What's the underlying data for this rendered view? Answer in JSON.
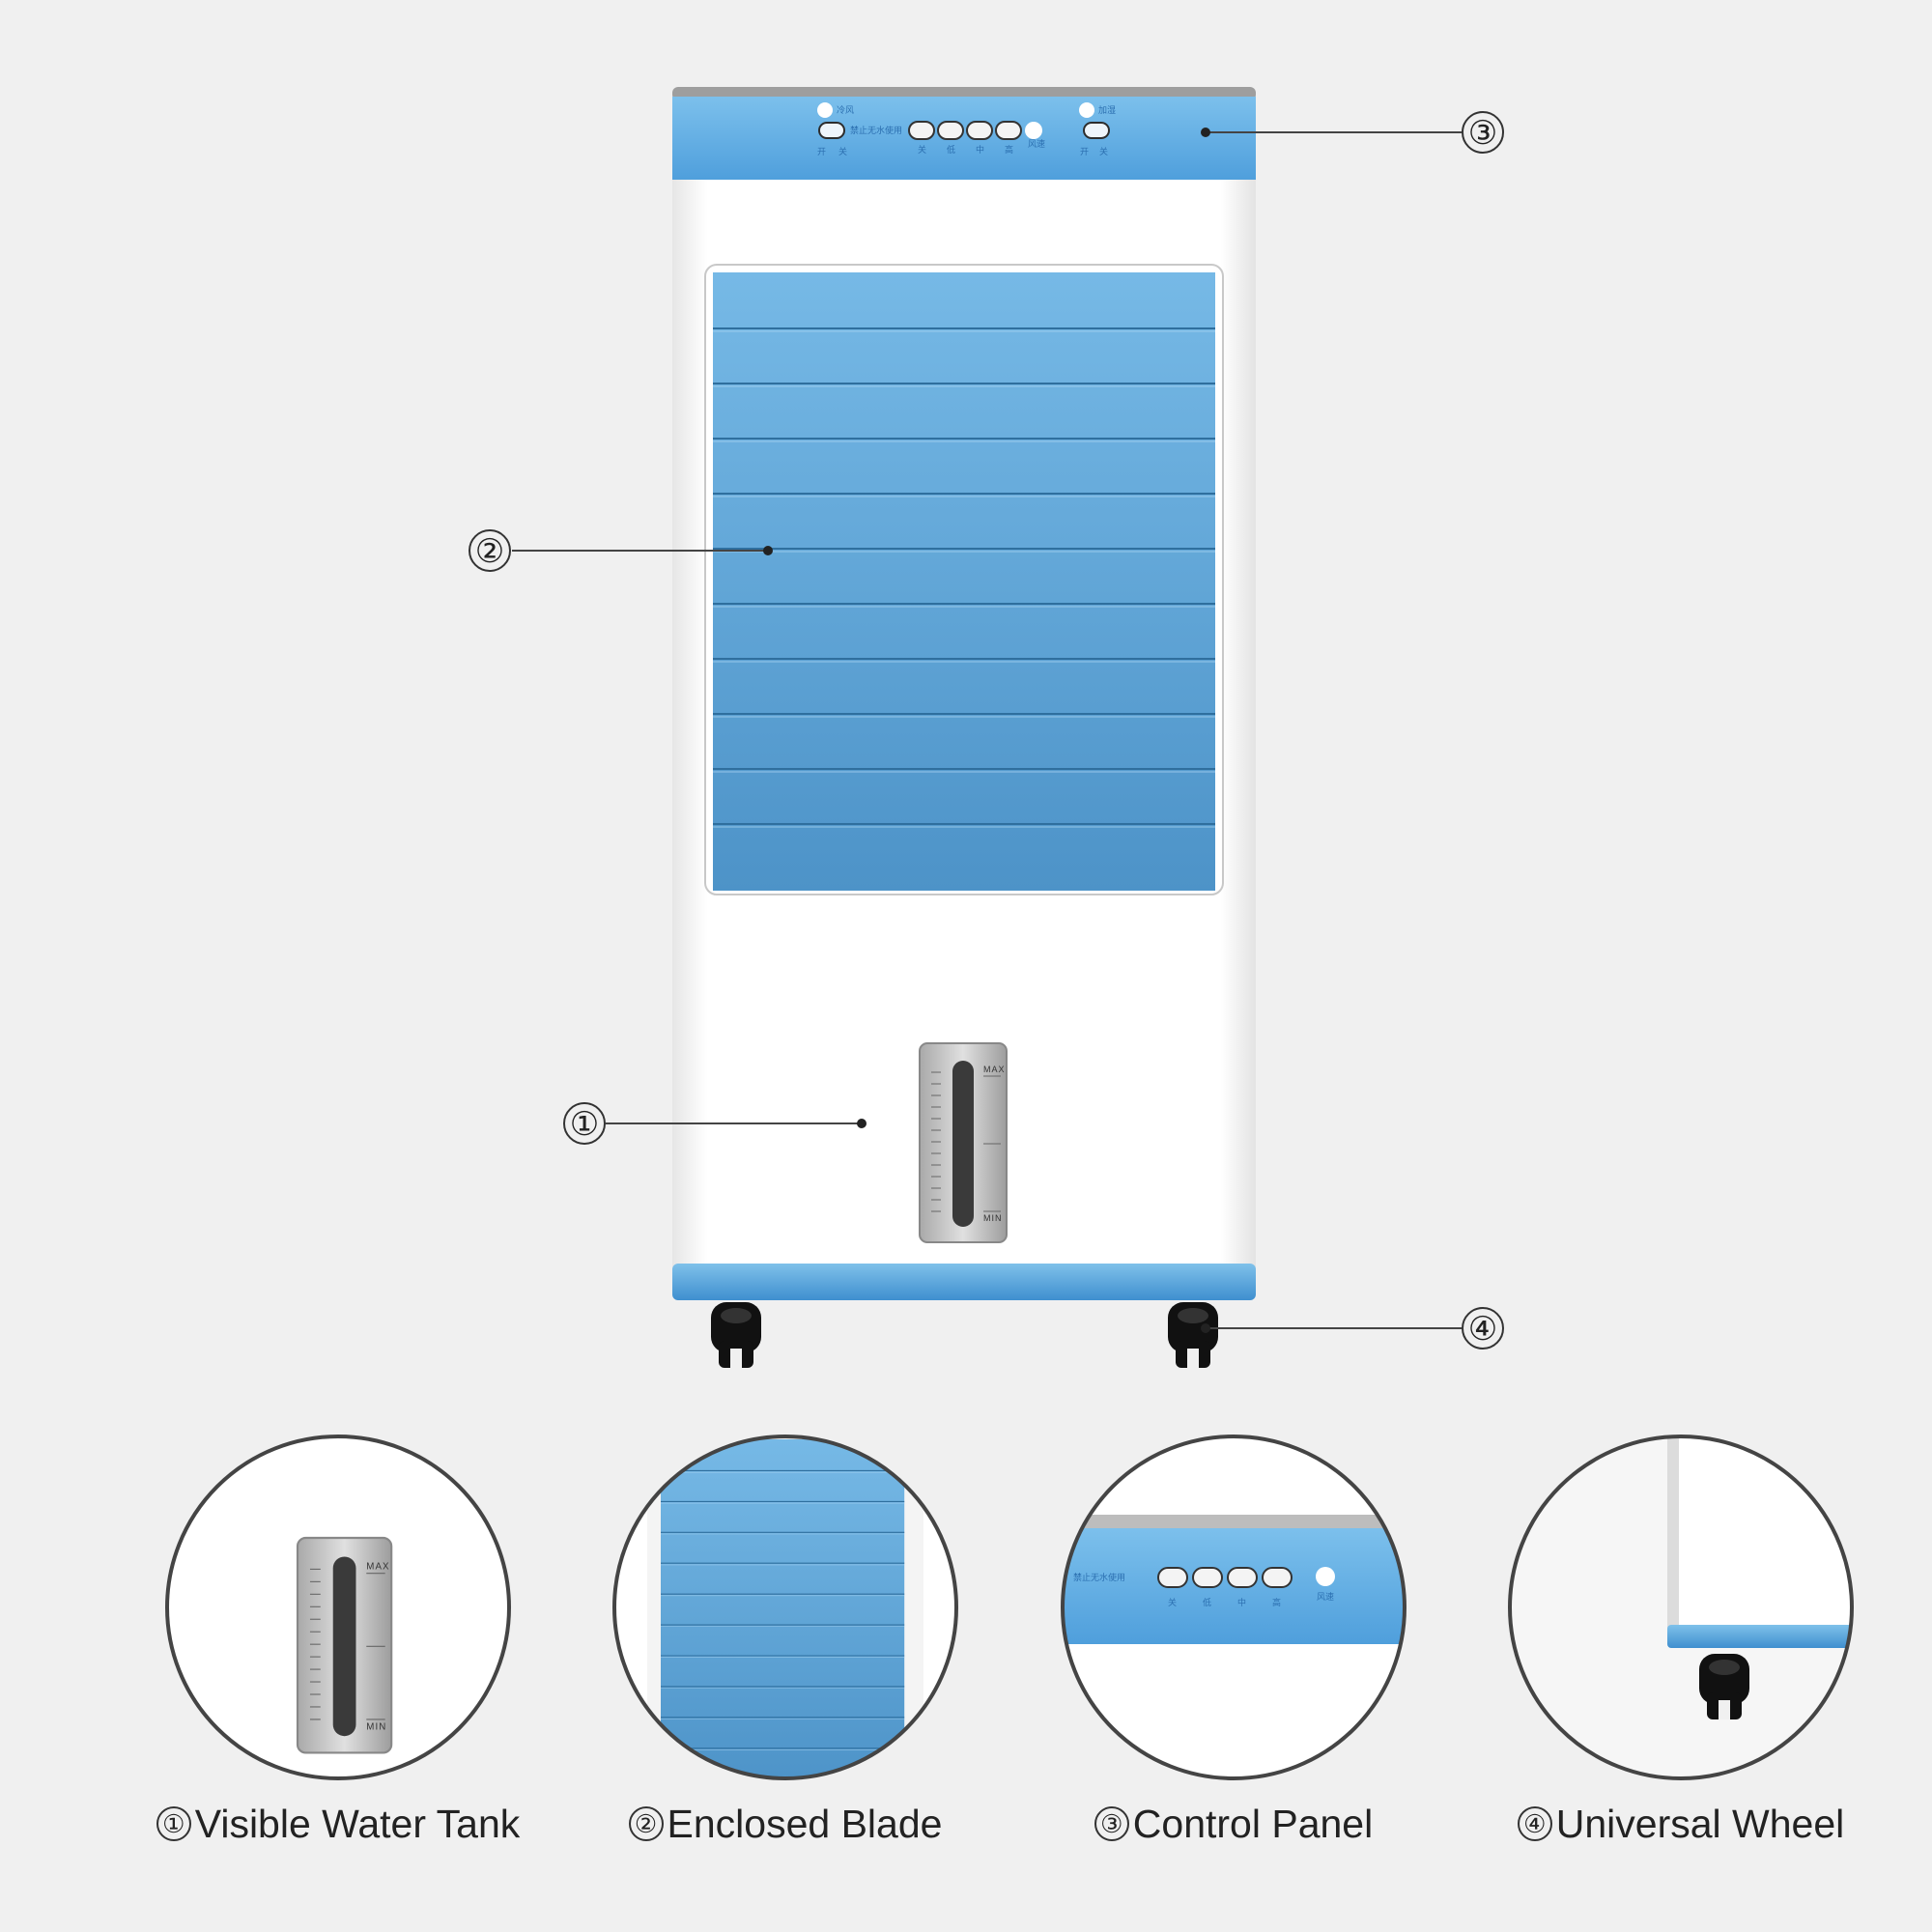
{
  "callouts": [
    {
      "number": "①",
      "label": "Visible Water Tank"
    },
    {
      "number": "②",
      "label": "Enclosed Blade"
    },
    {
      "number": "③",
      "label": "Control Panel"
    },
    {
      "number": "④",
      "label": "Universal Wheel"
    }
  ],
  "control_panel": {
    "speed_labels": [
      "关",
      "低",
      "中",
      "高"
    ],
    "left_switch_label": "冷风",
    "left_sub_labels": [
      "开",
      "关"
    ],
    "right_switch_label": "加湿",
    "right_sub_labels": [
      "开",
      "关"
    ],
    "warning_text": "禁止无水使用",
    "swing_label": "风速"
  },
  "water_gauge": {
    "max_label": "MAX",
    "min_label": "MIN"
  },
  "colors": {
    "background": "#f0f0f0",
    "body": "#ffffff",
    "accent_blue": "#5aa9e0",
    "blade_blue": "#5aa4d6",
    "wheel": "#111111",
    "line": "#333333"
  }
}
